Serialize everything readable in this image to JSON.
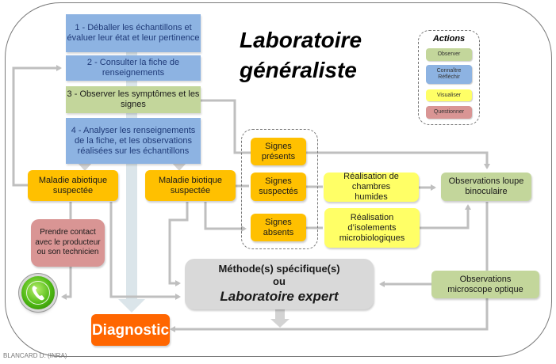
{
  "title": {
    "line1": "Laboratoire",
    "line2": "généraliste"
  },
  "legend": {
    "title": "Actions",
    "items": [
      {
        "label": "Observer",
        "color": "#c3d69b"
      },
      {
        "label_line1": "Connaître",
        "label_line2": "Réfléchir",
        "color": "#8db3e2"
      },
      {
        "label": "Visualiser",
        "color": "#ffff66"
      },
      {
        "label": "Questionner",
        "color": "#d99594"
      }
    ]
  },
  "steps": [
    {
      "text": "1 - Déballer les échantillons et évaluer leur état et leur pertinence",
      "action": "Connaître Réfléchir"
    },
    {
      "text": "2 - Consulter la fiche de renseignements",
      "action": "Connaître Réfléchir"
    },
    {
      "text": "3 - Observer les symptômes et les signes",
      "action": "Observer"
    },
    {
      "text": "4 - Analyser les renseignements de la fiche, et les observations réalisées sur les échantillons",
      "action": "Connaître Réfléchir"
    }
  ],
  "nodes": {
    "abiotic": "Maladie abiotique suspectée",
    "biotic": "Maladie biotique suspectée",
    "contact": "Prendre contact avec le producteur ou son technicien",
    "signs_present": "Signes présents",
    "signs_suspected": "Signes suspectés",
    "signs_absent": "Signes absents",
    "humid_chambers": "Réalisation de chambres humides",
    "isolations": "Réalisation d’isolements microbiologiques",
    "binocular": "Observations loupe binoculaire",
    "microscope": "Observations microscope optique",
    "methods_line1": "Méthode(s) spécifique(s)",
    "methods_line2": "ou",
    "methods_line3": "Laboratoire expert",
    "diagnostic": "Diagnostic"
  },
  "icons": {
    "phone": "phone-icon"
  },
  "credit": "BLANCARD D. (INRA)",
  "colors": {
    "step_blue": "#8db3e2",
    "observe_green": "#c3d69b",
    "suspect_orange": "#ffc000",
    "visualise_yellow": "#ffff66",
    "question_pink": "#d99594",
    "diagnostic_orange": "#ff6600",
    "method_grey": "#d9d9d9",
    "connector_grey": "#bfbfbf"
  }
}
